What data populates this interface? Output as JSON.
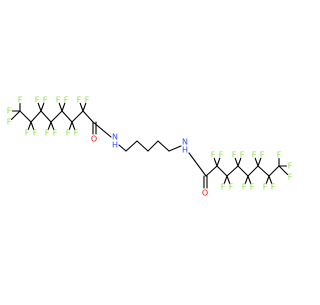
{
  "molecule": {
    "atom_labels": {
      "fluorine": "F",
      "nitrogen_hydrogen": "N\nH",
      "oxygen": "O"
    },
    "colors": {
      "bond": "#000000",
      "fluorine": "#90e050",
      "nitrogen": "#3050f8",
      "oxygen": "#ff0d0d",
      "background": "#ffffff"
    }
  }
}
